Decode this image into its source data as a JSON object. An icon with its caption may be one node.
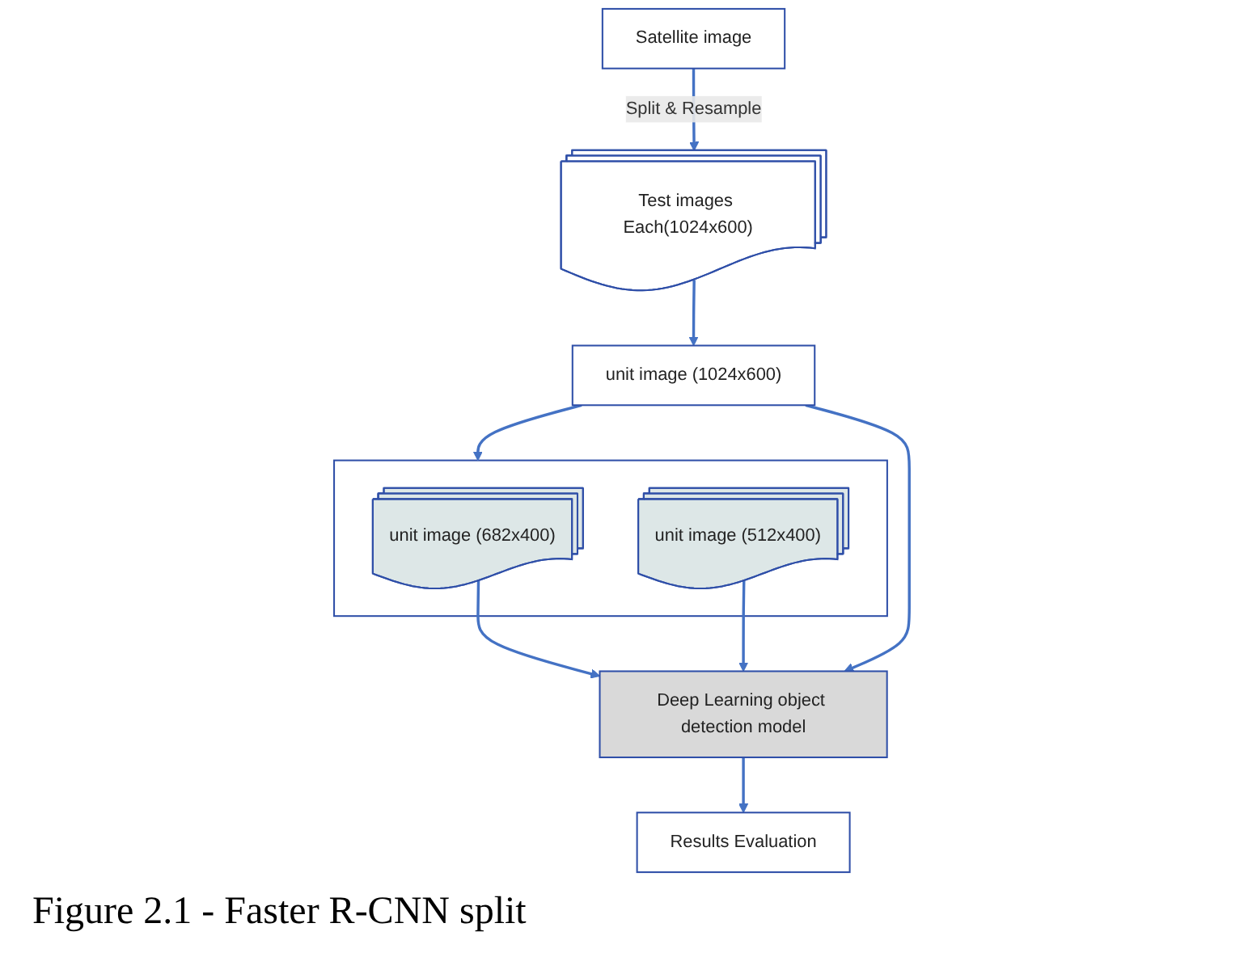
{
  "diagram": {
    "caption": "Figure 2.1 - Faster R-CNN split",
    "nodes": [
      {
        "text": [
          "Satellite image"
        ]
      },
      {
        "text": [
          "Test images Each(1024x600)"
        ]
      },
      {
        "text": [],
        "shape": "box"
      },
      {
        "text": [
          "unit image (682x400)"
        ],
        "in": 2
      },
      {
        "text": [
          "unit image (512x400)"
        ],
        "in": 2
      },
      {
        "text": [
          "unit image (1024x600)"
        ]
      },
      {
        "text": [
          "Deep Learning object detection model"
        ]
      },
      {
        "text": [
          "Results Evaluation"
        ]
      }
    ],
    "edges": [
      {
        "from": 0,
        "to": 1,
        "label": "Split & Resample",
        "arrow": "to"
      },
      {
        "from": 1,
        "to": 5,
        "arrow": "to"
      },
      {
        "from": 5,
        "to": 2,
        "arrow": "to"
      },
      {
        "from": 3,
        "to": 6,
        "arrow": "to"
      },
      {
        "from": 4,
        "to": 6,
        "arrow": "to"
      },
      {
        "from": 5,
        "to": 6,
        "arrow": "to"
      },
      {
        "from": 6,
        "to": 7,
        "arrow": "to"
      }
    ]
  }
}
